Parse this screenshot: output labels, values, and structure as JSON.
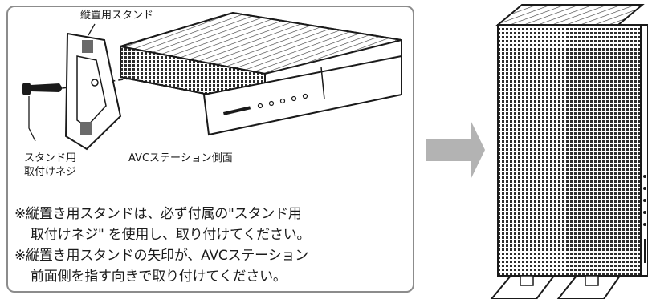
{
  "labels": {
    "stand": "縦置用スタンド",
    "screw_line1": "スタンド用",
    "screw_line2": "取付けネジ",
    "station_side": "AVCステーション側面"
  },
  "notes": [
    "※縦置き用スタンドは、必ず付属の\"スタンド用",
    "取付けネジ\" を使用し、取り付けてください。",
    "※縦置き用スタンドの矢印が、AVCステーション",
    "前面側を指す向きで取り付けてください。"
  ],
  "colors": {
    "frame": "#8c8c8c",
    "arrow": "#b3b3b3",
    "line": "#1a1a1a"
  }
}
